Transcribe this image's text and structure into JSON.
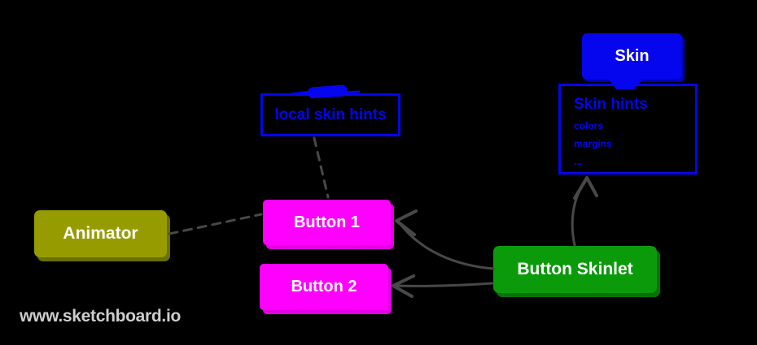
{
  "app": {
    "watermark": "www.sketchboard.io"
  },
  "diagram": {
    "background": "#000000",
    "nodes": {
      "skin": {
        "label": "Skin",
        "fill": "#0505ee",
        "text_color": "#ffffff",
        "shape": "rounded-rect"
      },
      "skin_hints": {
        "title": "Skin hints",
        "items": [
          "colors",
          "margins",
          "..."
        ],
        "border_color": "#0505ee",
        "text_color": "#0505ee",
        "shape": "outlined-container",
        "attached_to": "skin"
      },
      "local_skin_hints": {
        "label": "local skin hints",
        "border_color": "#0505ee",
        "text_color": "#0505ee",
        "shape": "outlined-rect",
        "marker": "blue-scribble-tab"
      },
      "animator": {
        "label": "Animator",
        "fill": "#969c00",
        "text_color": "#ffffff",
        "shape": "rounded-rect"
      },
      "button_1": {
        "label": "Button 1",
        "fill": "#ff00ff",
        "text_color": "#ffffff",
        "shape": "rounded-rect"
      },
      "button_2": {
        "label": "Button 2",
        "fill": "#ff00ff",
        "text_color": "#ffffff",
        "shape": "rounded-rect"
      },
      "button_skinlet": {
        "label": "Button Skinlet",
        "fill": "#0a9a0a",
        "text_color": "#ffffff",
        "shape": "rounded-rect"
      }
    },
    "connectors": [
      {
        "id": "animator-button1",
        "from": "animator",
        "to": "button_1",
        "style": "dashed",
        "arrow": "none"
      },
      {
        "id": "local-skin-hints-button1",
        "from": "local_skin_hints",
        "to": "button_1",
        "style": "dashed",
        "arrow": "none"
      },
      {
        "id": "skinlet-button1",
        "from": "button_skinlet",
        "to": "button_1",
        "style": "solid",
        "arrow": "open-v"
      },
      {
        "id": "skinlet-button2",
        "from": "button_skinlet",
        "to": "button_2",
        "style": "solid",
        "arrow": "open-v"
      },
      {
        "id": "skinlet-skin-hints",
        "from": "button_skinlet",
        "to": "skin_hints",
        "style": "solid",
        "arrow": "open-v"
      }
    ],
    "colors": {
      "connector": "#484848",
      "sketch_blue": "#0505ee",
      "watermark_text": "#cdcdcd"
    }
  }
}
